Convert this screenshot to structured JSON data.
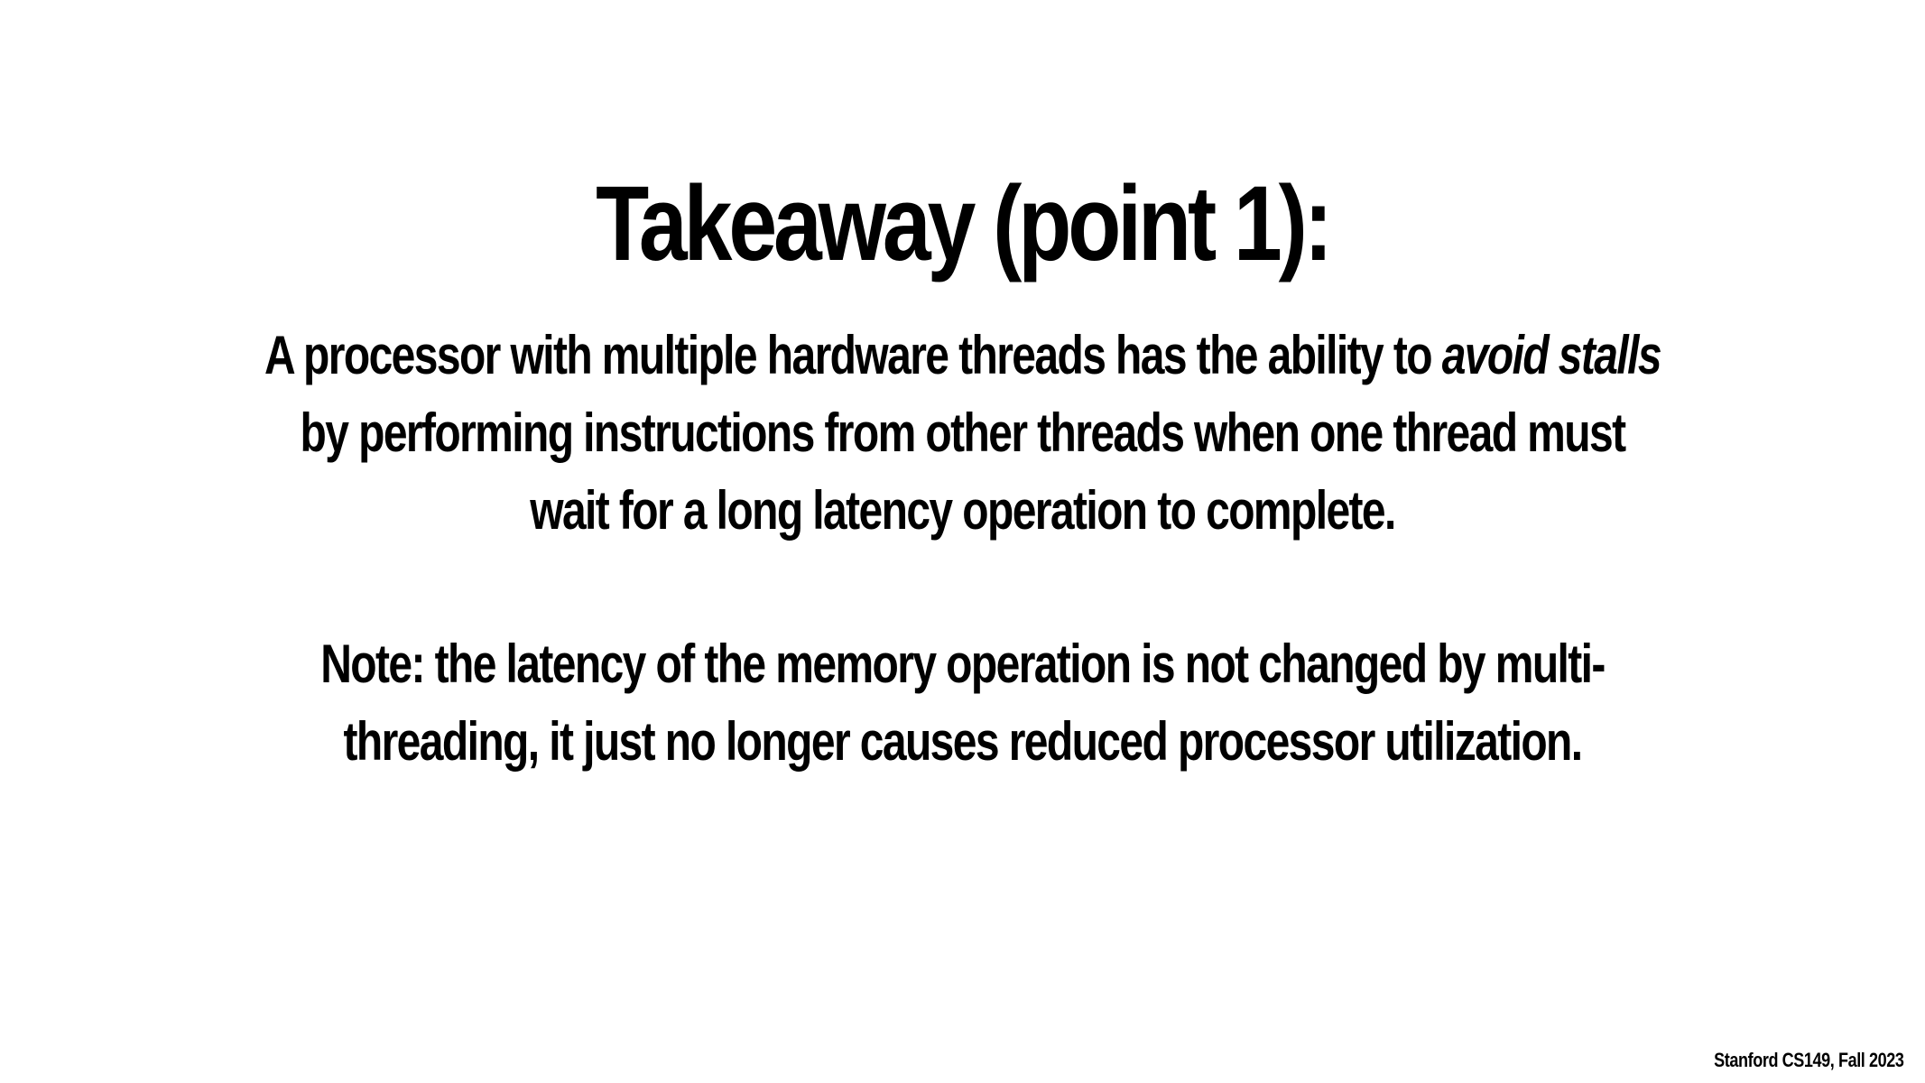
{
  "slide": {
    "title": "Takeaway (point 1):",
    "paragraph_1": {
      "line_1_prefix": "A processor with multiple hardware threads has the ability to ",
      "line_1_emphasis": "avoid stalls",
      "line_2": "by performing instructions from other threads when one thread must",
      "line_3": "wait for a long latency operation to complete."
    },
    "paragraph_2": {
      "line_1": "Note: the latency of the memory operation is not changed by multi-",
      "line_2": "threading, it just no longer causes reduced processor utilization."
    },
    "footer": "Stanford CS149, Fall 2023"
  }
}
